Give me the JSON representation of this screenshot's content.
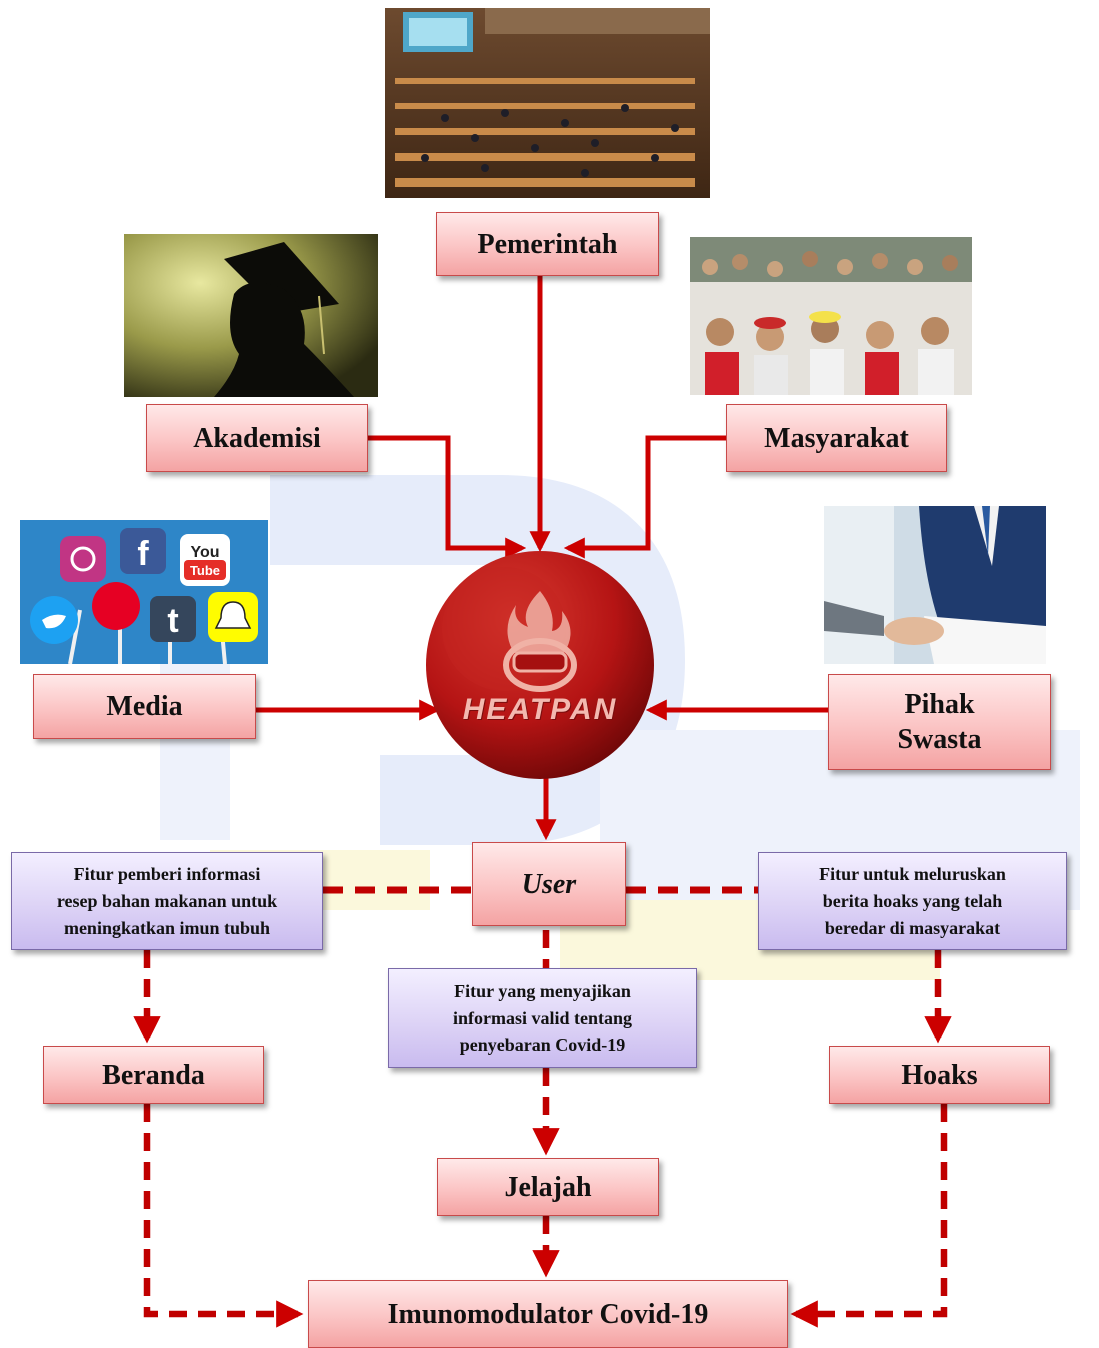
{
  "center": {
    "logo_text": "HEATPAN"
  },
  "stakeholders": {
    "pemerintah": "Pemerintah",
    "akademisi": "Akademisi",
    "masyarakat": "Masyarakat",
    "media": "Media",
    "pihak_swasta_line1": "Pihak",
    "pihak_swasta_line2": "Swasta"
  },
  "user": "User",
  "features": {
    "left_lines": [
      "Fitur pemberi informasi",
      "resep bahan makanan untuk",
      "meningkatkan imun tubuh"
    ],
    "middle_lines": [
      "Fitur yang menyajikan",
      "informasi valid tentang",
      "penyebaran Covid-19"
    ],
    "right_lines": [
      "Fitur untuk meluruskan",
      "berita hoaks yang telah",
      "beredar di masyarakat"
    ]
  },
  "pages": {
    "beranda": "Beranda",
    "jelajah": "Jelajah",
    "hoaks": "Hoaks"
  },
  "result": "Imunomodulator Covid-19",
  "social_icons": {
    "facebook": "f",
    "youtube_line1": "You",
    "youtube_line2": "Tube",
    "tumblr": "t"
  },
  "colors": {
    "arrow": "#cc0000",
    "box_fill": "#fbc4c4",
    "feature_fill": "#ddd3f6",
    "logo_circle": "#b51414"
  }
}
